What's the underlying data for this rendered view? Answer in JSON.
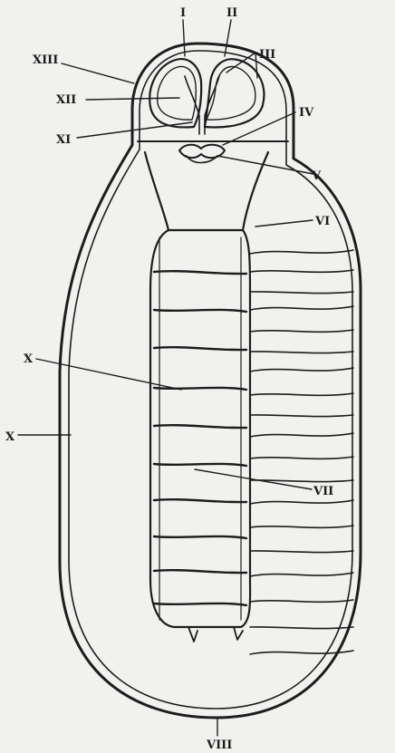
{
  "figure": {
    "labels": {
      "I": "I",
      "II": "II",
      "III": "III",
      "IV": "IV",
      "V": "V",
      "VI": "VI",
      "VII": "VII",
      "VIII": "VIII",
      "X_inner": "X",
      "X_outer": "X",
      "XI": "XI",
      "XII": "XII",
      "XIII": "XIII"
    },
    "colors": {
      "ink": "#1d1d1d",
      "paper": "#f1f1ef"
    }
  }
}
